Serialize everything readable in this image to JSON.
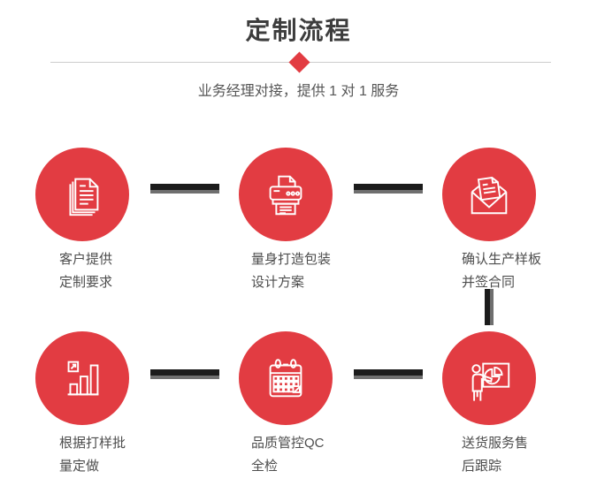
{
  "colors": {
    "accent_red": "#e23c42",
    "connector_dark": "#1b1b1b",
    "connector_gray": "#6f6f6f",
    "divider_line": "#cccccc",
    "title_text": "#3d3d3d",
    "subtitle_text": "#555555",
    "label_text": "#4d4d4d",
    "icon_stroke": "#ffffff"
  },
  "header": {
    "title": "定制流程",
    "subtitle": "业务经理对接，提供 1 对 1 服务"
  },
  "steps": [
    {
      "icon": "documents-icon",
      "label_lines": [
        "客户提供",
        "定制要求"
      ]
    },
    {
      "icon": "printer-icon",
      "label_lines": [
        "量身打造包装",
        "设计方案"
      ]
    },
    {
      "icon": "envelope-icon",
      "label_lines": [
        "确认生产样板",
        "并签合同"
      ]
    },
    {
      "icon": "bar-chart-icon",
      "label_lines": [
        "根据打样批",
        "量定做"
      ]
    },
    {
      "icon": "calendar-icon",
      "label_lines": [
        "品质管控QC",
        "全检"
      ]
    },
    {
      "icon": "presentation-icon",
      "label_lines": [
        "送货服务售",
        "后跟踪"
      ]
    }
  ]
}
